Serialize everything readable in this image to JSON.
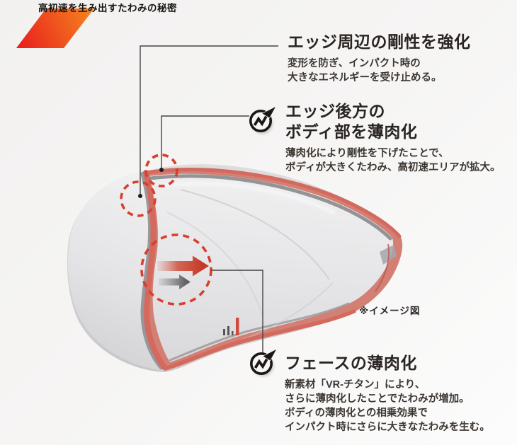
{
  "title": "高初速を生み出すたわみの秘密",
  "note": "※イメージ図",
  "callout_edge_rigidity": {
    "heading": "エッジ周辺の剛性を強化",
    "body_line1": "変形を防ぎ、インパクト時の",
    "body_line2": "大きなエネルギーを受け止める。"
  },
  "callout_body_thinning": {
    "heading_line1": "エッジ後方の",
    "heading_line2": "ボディ部を薄肉化",
    "body_line1": "薄肉化により剛性を下げたことで、",
    "body_line2": "ボディが大きくたわみ、高初速エリアが拡大。"
  },
  "callout_face_thinning": {
    "heading": "フェースの薄肉化",
    "body_line1": "新素材「VR-チタン」により、",
    "body_line2": "さらに薄肉化したことでたわみが増加。",
    "body_line3": "ボディの薄肉化との相乗効果で",
    "body_line4": "インパクト時にさらに大きなたわみを生む。"
  },
  "icons": {
    "callout_body_thinning": "trend-arrow-icon",
    "callout_face_thinning": "trend-arrow-icon"
  },
  "colors": {
    "accent_red": "#d5402f",
    "edge_red": "#d4695e",
    "salmon": "#d47f74",
    "slash_top": "#f6861f",
    "slash_bottom": "#e81c1d",
    "leader_line": "#454545",
    "arrow_gray": "#6d6d70",
    "icon_black": "#1b1714"
  }
}
